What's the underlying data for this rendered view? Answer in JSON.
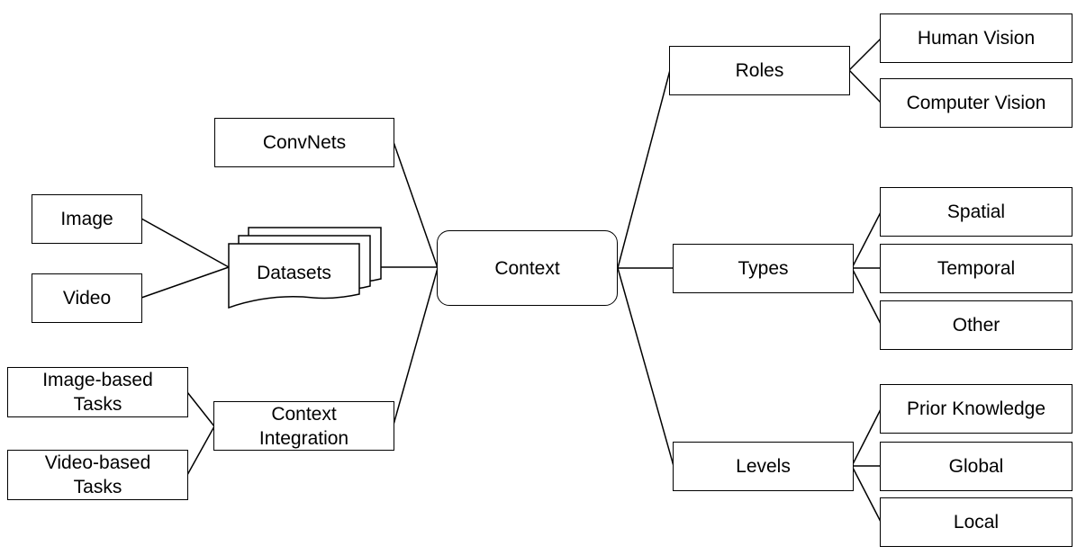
{
  "center": {
    "label": "Context"
  },
  "right": {
    "roles": {
      "label": "Roles",
      "children": [
        "Human Vision",
        "Computer Vision"
      ]
    },
    "types": {
      "label": "Types",
      "children": [
        "Spatial",
        "Temporal",
        "Other"
      ]
    },
    "levels": {
      "label": "Levels",
      "children": [
        "Prior Knowledge",
        "Global",
        "Local"
      ]
    }
  },
  "left": {
    "convnets": {
      "label": "ConvNets"
    },
    "datasets": {
      "label": "Datasets",
      "children": [
        "Image",
        "Video"
      ]
    },
    "integration": {
      "label_line1": "Context",
      "label_line2": "Integration",
      "children": [
        {
          "line1": "Image-based",
          "line2": "Tasks"
        },
        {
          "line1": "Video-based",
          "line2": "Tasks"
        }
      ]
    }
  }
}
